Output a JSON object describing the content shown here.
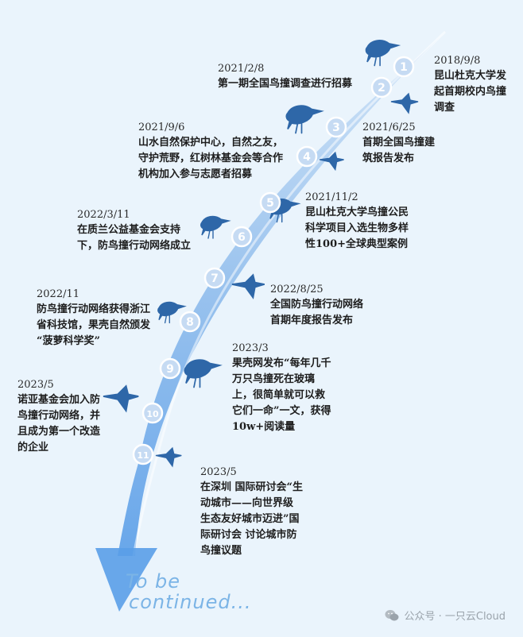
{
  "colors": {
    "arrow": "#5a9ee8",
    "arrow_light": "#a9cdf2",
    "marker": "#c6dbf3",
    "bird": "#2e67a8",
    "accent_text": "#7bb4e6"
  },
  "events": [
    {
      "num": "1",
      "date": "2018/9/8",
      "desc": "昆山杜克大学发\n起首期校内鸟撞\n调查"
    },
    {
      "num": "2",
      "date": "2021/2/8",
      "desc": "第一期全国鸟撞调查进行招募"
    },
    {
      "num": "3",
      "date": "2021/6/25",
      "desc": "首期全国鸟撞建\n筑报告发布"
    },
    {
      "num": "4",
      "date": "2021/9/6",
      "desc": "山水自然保护中心，自然之友，\n守护荒野，红树林基金会等合作\n机构加入参与志愿者招募"
    },
    {
      "num": "5",
      "date": "2021/11/2",
      "desc": "昆山杜克大学鸟撞公民\n科学项目入选生物多样\n性100+全球典型案例"
    },
    {
      "num": "6",
      "date": "2022/3/11",
      "desc": "在质兰公益基金会支持\n下，防鸟撞行动网络成立"
    },
    {
      "num": "7",
      "date": "2022/8/25",
      "desc": "全国防鸟撞行动网络\n首期年度报告发布"
    },
    {
      "num": "8",
      "date": "2022/11",
      "desc": "防鸟撞行动网络获得浙江\n省科技馆，果壳自然颁发\n“菠萝科学奖”"
    },
    {
      "num": "9",
      "date": "2023/3",
      "desc": "果壳网发布“每年几千\n万只鸟撞死在玻璃\n上，很简单就可以救\n它们一命”一文，获得\n10w+阅读量"
    },
    {
      "num": "10",
      "date": "2023/5",
      "desc": "诺亚基金会加入防\n鸟撞行动网络，并\n且成为第一个改造\n的企业"
    },
    {
      "num": "11",
      "date": "2023/5",
      "desc": "在深圳 国际研讨会“生\n动城市——向世界级\n生态友好城市迈进”国\n际研讨会 讨论城市防\n鸟撞议题"
    }
  ],
  "to_be_continued": {
    "line1": "To be",
    "line2": "continued..."
  },
  "footer": {
    "icon": "wechat-icon",
    "text": "公众号 · 一只云Cloud"
  }
}
